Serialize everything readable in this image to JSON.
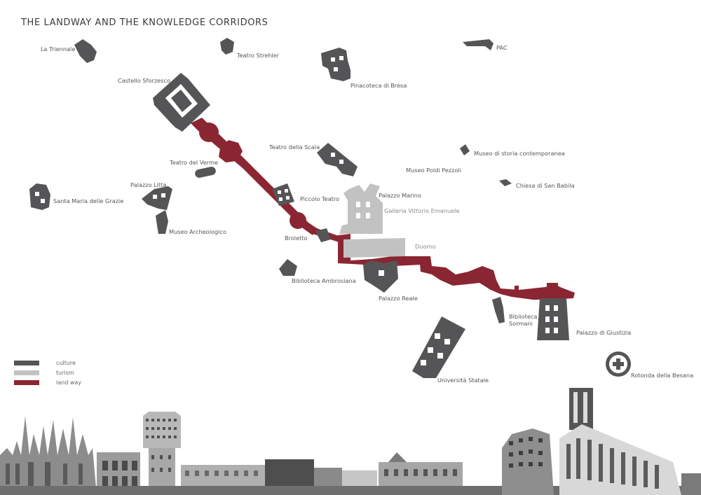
{
  "title": "THE LANDWAY AND THE KNOWLEDGE CORRIDORS",
  "colors": {
    "culture": "#555557",
    "turism": "#c2c2c2",
    "land_way": "#8a2632",
    "background": "#ffffff"
  },
  "labels": {
    "la_triennale": "La Triennale",
    "teatro_strehler": "Teatro Strehler",
    "pac": "PAC",
    "pinacoteca": "Pinacoteca di Bresa",
    "castello": "Castello Sforzesco",
    "teatro_scala": "Teatro della Scala",
    "museo_storia": "Museo di storia contemporanea",
    "teatro_verme": "Teatro del Verme",
    "museo_poldi": "Museo Poldi Pezzoli",
    "chiesa_babila": "Chiesa di San Babila",
    "palazzo_litta": "Palazzo Litta",
    "palazzo_marino": "Palazzo Marino",
    "santa_maria": "Santa Maria delle Grazie",
    "piccolo_teatro": "Piccolo Teatro",
    "galleria": "Galleria Vittorio Emanuele",
    "museo_archeologico": "Museo Archeologico",
    "broletto": "Broletto",
    "duomo": "Duomo",
    "biblioteca_ambrosiana": "Biblioteca Ambrosiana",
    "palazzo_reale": "Palazzo Reale",
    "biblioteca_sormani_1": "Biblioteca",
    "biblioteca_sormani_2": "Sormani",
    "palazzo_giustizia": "Palazzo di Giustizia",
    "universita": "Università Statale",
    "rotonda": "Rotonda della Besana"
  },
  "legend": [
    {
      "label": "culture",
      "color": "#555557"
    },
    {
      "label": "turism",
      "color": "#c2c2c2"
    },
    {
      "label": "land way",
      "color": "#8a2632"
    }
  ],
  "icons": {
    "rotonda": "cross-icon"
  }
}
